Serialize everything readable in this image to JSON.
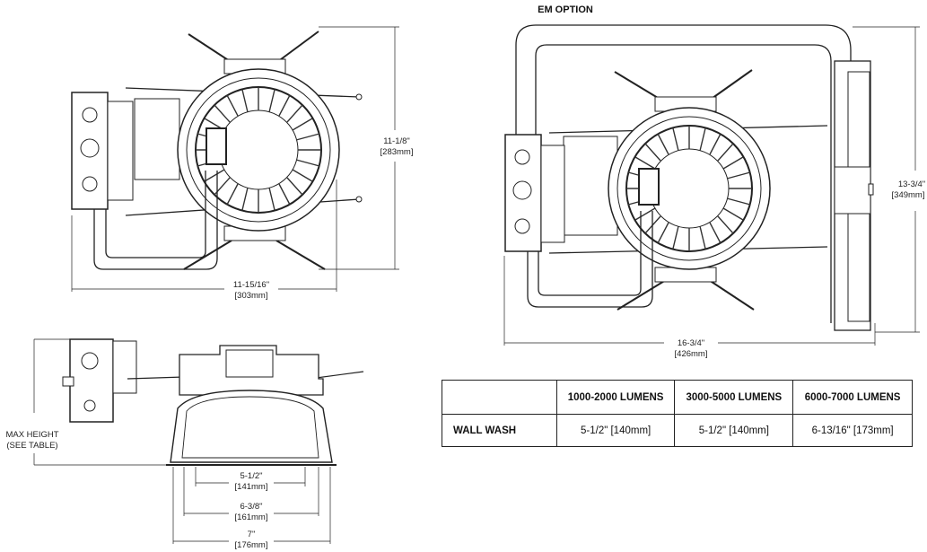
{
  "top_left_view": {
    "height_dim": "11-1/8\"",
    "height_dim_mm": "[283mm]",
    "width_dim": "11-15/16\"",
    "width_dim_mm": "[303mm]"
  },
  "em_option_view": {
    "title": "EM OPTION",
    "height_dim": "13-3/4\"",
    "height_dim_mm": "[349mm]",
    "width_dim": "16-3/4\"",
    "width_dim_mm": "[426mm]"
  },
  "side_view": {
    "max_height_line1": "MAX HEIGHT",
    "max_height_line2": "(SEE TABLE)",
    "dim1": "5-1/2\"",
    "dim1_mm": "[141mm]",
    "dim2": "6-3/8\"",
    "dim2_mm": "[161mm]",
    "dim3": "7\"",
    "dim3_mm": "[176mm]"
  },
  "table": {
    "headers": [
      "",
      "1000-2000 LUMENS",
      "3000-5000 LUMENS",
      "6000-7000 LUMENS"
    ],
    "rows": [
      {
        "label": "WALL WASH",
        "values": [
          "5-1/2\" [140mm]",
          "5-1/2\" [140mm]",
          "6-13/16\" [173mm]"
        ]
      }
    ]
  }
}
